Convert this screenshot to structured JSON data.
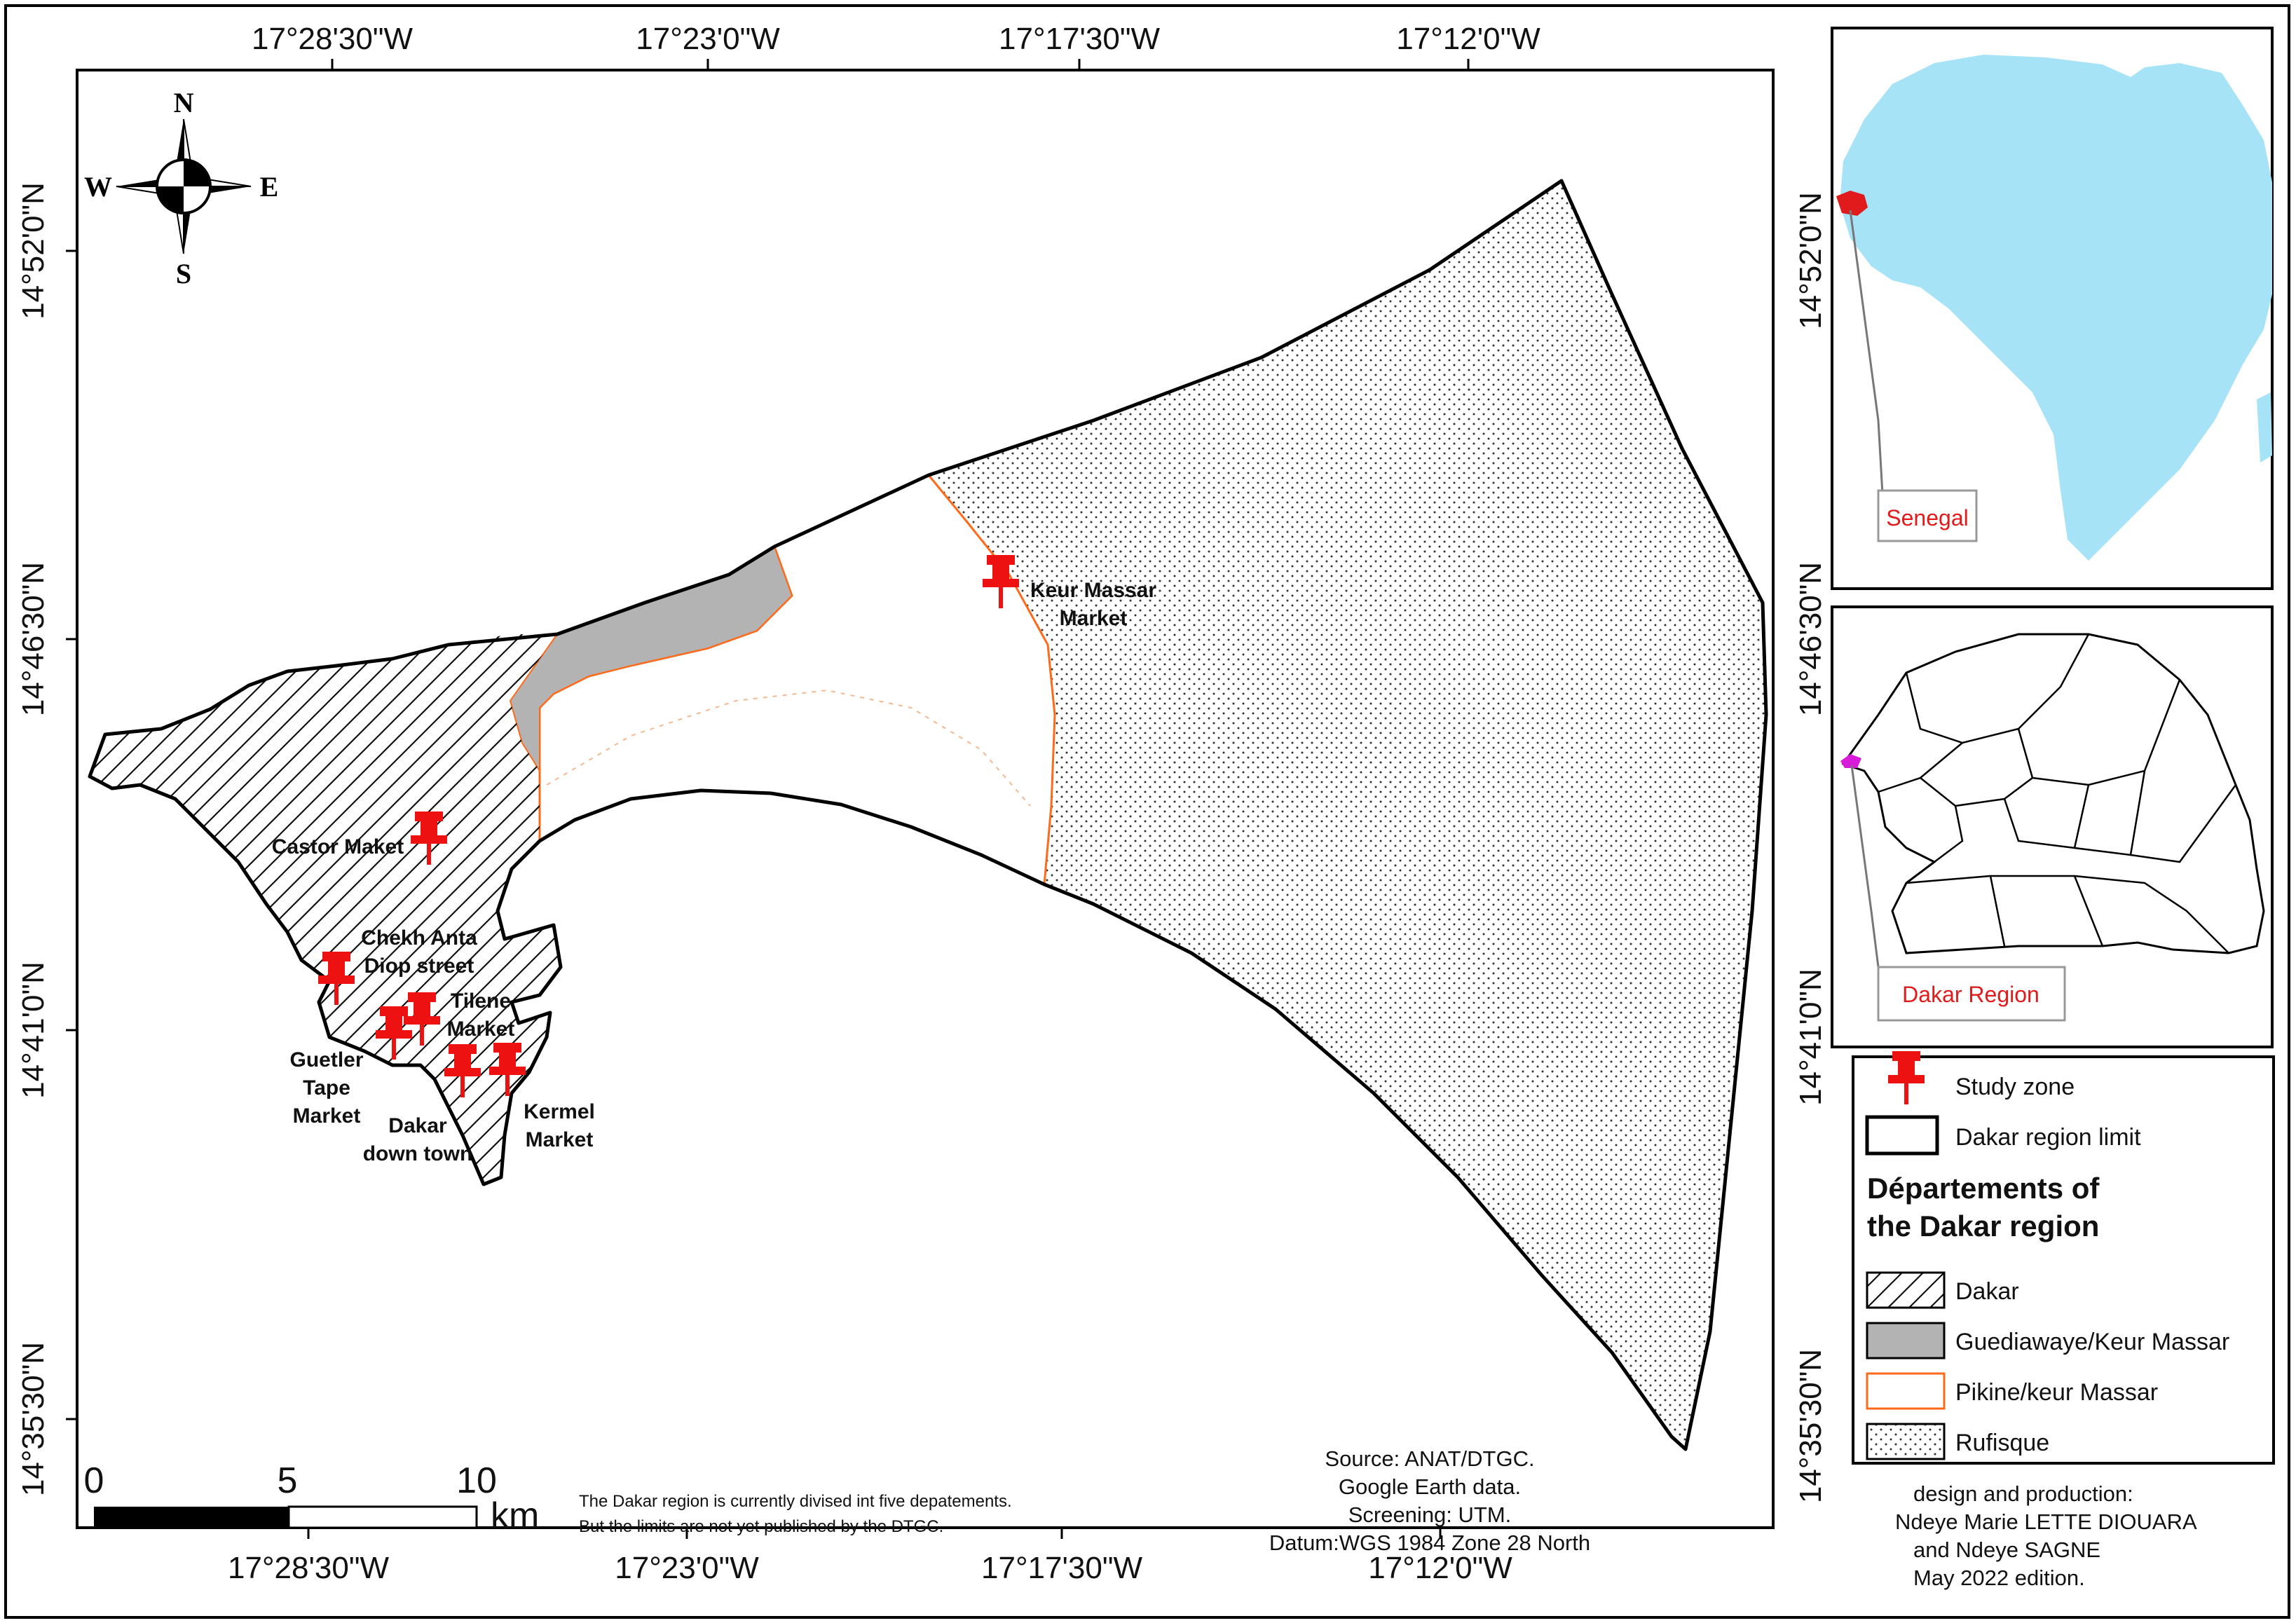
{
  "colors": {
    "frame": "#000000",
    "pikine_outline": "#ff6a1a",
    "guediawaye_fill": "#b3b3b3",
    "marker": "#ee1111",
    "ocean_africa": "#a6e3f7",
    "label_red": "#e11b1b",
    "magenta": "#d81bd8"
  },
  "graticule": {
    "top": [
      "17°28'30\"W",
      "17°23'0\"W",
      "17°17'30\"W",
      "17°12'0\"W"
    ],
    "bottom": [
      "17°28'30\"W",
      "17°23'0\"W",
      "17°17'30\"W",
      "17°12'0\"W"
    ],
    "left": [
      "14°52'0\"N",
      "14°46'30\"N",
      "14°41'0\"N",
      "14°35'30\"N"
    ],
    "inset_right": [
      "14°52'0\"N",
      "14°46'30\"N",
      "14°41'0\"N",
      "14°35'30\"N"
    ]
  },
  "north_arrow": {
    "n": "N",
    "s": "S",
    "e": "E",
    "w": "W"
  },
  "markers": [
    {
      "name": "Keur Massar Market",
      "line1": "Keur Massar",
      "line2": "Market"
    },
    {
      "name": "Castor Maket",
      "line1": "Castor Maket",
      "line2": ""
    },
    {
      "name": "Chekh Anta Diop street",
      "line1": "Chekh Anta",
      "line2": "Diop street"
    },
    {
      "name": "Tilene Market",
      "line1": "Tilene",
      "line2": "Market"
    },
    {
      "name": "Guetler Tape Market",
      "line1": "Guetler",
      "line2": "Tape",
      "line3": "Market"
    },
    {
      "name": "Dakar down town",
      "line1": "Dakar",
      "line2": "down town"
    },
    {
      "name": "Kermel Market",
      "line1": "Kermel",
      "line2": "Market"
    }
  ],
  "scale_bar": {
    "labels": [
      "0",
      "5",
      "10"
    ],
    "unit": "km"
  },
  "note": {
    "line1": "The Dakar region is currently divised int five depatements.",
    "line2": "But the limits are not yet published by the DTGC."
  },
  "source": {
    "line1": "Source: ANAT/DTGC.",
    "line2": "Google Earth data.",
    "line3": "Screening: UTM.",
    "line4": "Datum:WGS 1984 Zone 28 North"
  },
  "insets": {
    "africa_label": "Senegal",
    "senegal_label": "Dakar Region"
  },
  "legend": {
    "study_zone": "Study zone",
    "region_limit": "Dakar region limit",
    "title_line1": "Départements of",
    "title_line2": "the Dakar region",
    "dakar": "Dakar",
    "guediawaye": "Guediawaye/Keur Massar",
    "pikine": "Pikine/keur Massar",
    "rufisque": "Rufisque"
  },
  "credits": {
    "line1": "design and production:",
    "line2": "Ndeye Marie LETTE DIOUARA",
    "line3": "and Ndeye SAGNE",
    "line4": "May 2022 edition."
  }
}
